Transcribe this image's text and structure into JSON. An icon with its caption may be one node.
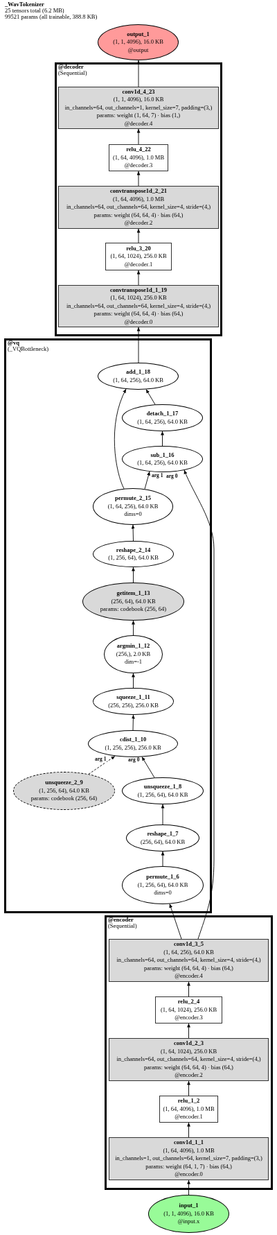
{
  "diagram": {
    "title": "_WavTokenizer",
    "nodes": [
      {
        "text": [
          "output_1",
          "(1, 1, 4096), 16.0 KB",
          "@output"
        ]
      },
      {
        "text": [
          "@decoder",
          "(Sequential)"
        ]
      },
      {
        "text": [
          "conv1d_4_23",
          "(1, 1, 4096), 16.0 KB",
          "in_channels=64, out_channels=1, kernel_size=7, padding=(3,)",
          "params: weight (1, 64, 7) · bias (1,)",
          "@decoder.4"
        ],
        "in": 1
      },
      {
        "text": [
          "relu_4_22",
          "(1, 64, 4096), 1.0 MB",
          "@decoder.3"
        ],
        "in": 1
      },
      {
        "text": [
          "convtranspose1d_2_21",
          "(1, 64, 4096), 1.0 MB",
          "in_channels=64, out_channels=64, kernel_size=4, stride=(4,)",
          "params: weight (64, 64, 4) · bias (64,)",
          "@decoder.2"
        ],
        "in": 1
      },
      {
        "text": [
          "relu_3_20",
          "(1, 64, 1024), 256.0 KB",
          "@decoder.1"
        ],
        "in": 1
      },
      {
        "text": [
          "convtranspose1d_1_19",
          "(1, 64, 1024), 256.0 KB",
          "in_channels=64, out_channels=64, kernel_size=4, stride=(4,)",
          "params: weight (64, 64, 4) · bias (64,)",
          "@decoder.0"
        ],
        "in": 1
      },
      {
        "text": [
          "@vq",
          "(_VQBottleneck)"
        ]
      },
      {
        "text": [
          "add_1_18",
          "(1, 64, 256), 64.0 KB"
        ],
        "in": 7
      },
      {
        "text": [
          "detach_1_17",
          "(1, 64, 256), 64.0 KB"
        ],
        "in": 7
      },
      {
        "text": [
          "sub_1_16",
          "(1, 64, 256), 64.0 KB"
        ],
        "in": 7
      },
      {
        "text": [
          "permute_2_15",
          "(1, 64, 256), 64.0 KB",
          "dims=0"
        ],
        "in": 7
      },
      {
        "text": [
          "reshape_2_14",
          "(1, 256, 64), 64.0 KB"
        ],
        "in": 7
      },
      {
        "text": [
          "getitem_1_13",
          "(256, 64), 64.0 KB",
          "params: codebook (256, 64)"
        ],
        "in": 7
      },
      {
        "text": [
          "argmin_1_12",
          "(256,), 2.0 KB",
          "dim=-1"
        ],
        "in": 7
      },
      {
        "text": [
          "squeeze_1_11",
          "(256, 256), 256.0 KB"
        ],
        "in": 7
      },
      {
        "text": [
          "cdist_1_10",
          "(1, 256, 256), 256.0 KB"
        ],
        "in": 7
      },
      {
        "text": [
          "unsqueeze_2_9",
          "(1, 256, 64), 64.0 KB",
          "params: codebook (256, 64)"
        ],
        "in": 7
      },
      {
        "text": [
          "unsqueeze_1_8",
          "(1, 256, 64), 64.0 KB"
        ],
        "in": 7
      },
      {
        "text": [
          "reshape_1_7",
          "(256, 64), 64.0 KB"
        ],
        "in": 7
      },
      {
        "text": [
          "permute_1_6",
          "(1, 256, 64), 64.0 KB",
          "dims=0"
        ],
        "in": 7
      },
      {
        "text": [
          "@encoder",
          "(Sequential)"
        ]
      },
      {
        "text": [
          "conv1d_3_5",
          "(1, 64, 256), 64.0 KB",
          "in_channels=64, out_channels=64, kernel_size=4, stride=(4,)",
          "params: weight (64, 64, 4) · bias (64,)",
          "@encoder.4"
        ],
        "in": 21
      },
      {
        "text": [
          "relu_2_4",
          "(1, 64, 1024), 256.0 KB",
          "@encoder.3"
        ],
        "in": 21
      },
      {
        "text": [
          "conv1d_2_3",
          "(1, 64, 1024), 256.0 KB",
          "in_channels=64, out_channels=64, kernel_size=4, stride=(4,)",
          "params: weight (64, 64, 4) · bias (64,)",
          "@encoder.2"
        ],
        "in": 21
      },
      {
        "text": [
          "relu_1_2",
          "(1, 64, 4096), 1.0 MB",
          "@encoder.1"
        ],
        "in": 21
      },
      {
        "text": [
          "conv1d_1_1",
          "(1, 64, 4096), 1.0 MB",
          "in_channels=1, out_channels=64, kernel_size=7, padding=(3,)",
          "params: weight (64, 1, 7) · bias (64,)",
          "@encoder.0"
        ],
        "in": 21
      },
      {
        "text": [
          "input_1",
          "(1, 1, 4096), 16.0 KB",
          "@input.x"
        ]
      }
    ],
    "edges": [
      {
        "from": 27,
        "to": 26,
        "arrow": "to"
      },
      {
        "from": 26,
        "to": 25,
        "arrow": "to"
      },
      {
        "from": 25,
        "to": 24,
        "arrow": "to"
      },
      {
        "from": 24,
        "to": 23,
        "arrow": "to"
      },
      {
        "from": 23,
        "to": 22,
        "arrow": "to"
      },
      {
        "from": 22,
        "to": 20,
        "arrow": "to"
      },
      {
        "from": 22,
        "to": 10,
        "arrow": "to",
        "label": "arg 0"
      },
      {
        "from": 20,
        "to": 19,
        "arrow": "to"
      },
      {
        "from": 19,
        "to": 18,
        "arrow": "to"
      },
      {
        "from": 18,
        "to": 16,
        "arrow": "to",
        "label": "arg 0"
      },
      {
        "from": 17,
        "to": 16,
        "arrow": "to",
        "label": "arg 1",
        "style": "dashed"
      },
      {
        "from": 16,
        "to": 15,
        "arrow": "to"
      },
      {
        "from": 15,
        "to": 14,
        "arrow": "to"
      },
      {
        "from": 14,
        "to": 13,
        "arrow": "to"
      },
      {
        "from": 13,
        "to": 12,
        "arrow": "to"
      },
      {
        "from": 12,
        "to": 11,
        "arrow": "to"
      },
      {
        "from": 11,
        "to": 10,
        "arrow": "to",
        "label": "arg 1"
      },
      {
        "from": 11,
        "to": 8,
        "arrow": "to"
      },
      {
        "from": 10,
        "to": 9,
        "arrow": "to"
      },
      {
        "from": 9,
        "to": 8,
        "arrow": "to"
      },
      {
        "from": 8,
        "to": 6,
        "arrow": "to"
      },
      {
        "from": 6,
        "to": 5,
        "arrow": "to"
      },
      {
        "from": 5,
        "to": 4,
        "arrow": "to"
      },
      {
        "from": 4,
        "to": 3,
        "arrow": "to"
      },
      {
        "from": 3,
        "to": 2,
        "arrow": "to"
      },
      {
        "from": 2,
        "to": 0,
        "arrow": "to"
      }
    ],
    "labels": [
      "25 tensors total (6.2 MB)",
      "99521 params (all trainable, 388.8 KB)"
    ]
  }
}
